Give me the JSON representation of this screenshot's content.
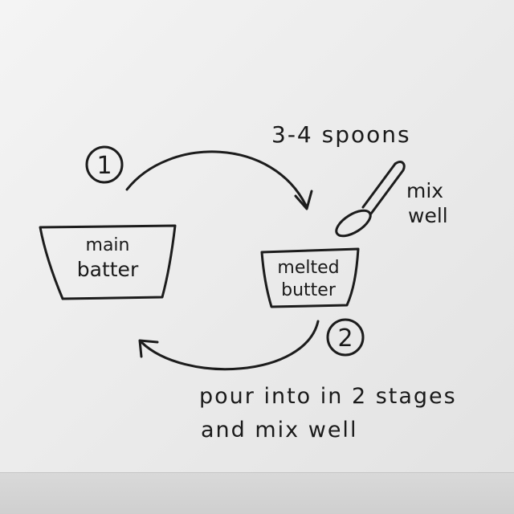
{
  "diagram": {
    "step_one": "1",
    "step_two": "2",
    "main_bowl": {
      "line1": "main",
      "line2": "batter"
    },
    "butter_bowl": {
      "line1": "melted",
      "line2": "butter"
    },
    "spoon_amount": "3-4 spoons",
    "spoon_note": {
      "line1": "mix",
      "line2": "well"
    },
    "pour_note": {
      "line1": "pour into in 2 stages",
      "line2": "and mix well"
    }
  },
  "icons": {
    "spoon": "spoon-icon",
    "arrow_one": "curved-arrow-right",
    "arrow_two": "curved-arrow-left"
  },
  "colors": {
    "ink": "#1c1c1c",
    "paper": "#ececec"
  }
}
